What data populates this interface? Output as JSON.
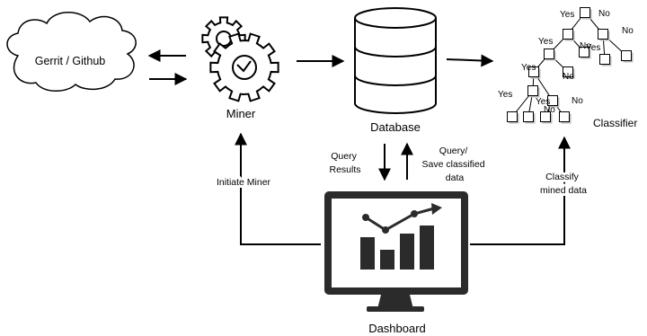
{
  "nodes": {
    "gerrit": "Gerrit / Github",
    "miner": "Miner",
    "database": "Database",
    "classifier": "Classifier",
    "dashboard": "Dashboard"
  },
  "edges": {
    "initiate_miner": "Initiate Miner",
    "query_results_1": "Query",
    "query_results_2": "Results",
    "query_save_1": "Query/",
    "query_save_2": "Save classified",
    "query_save_3": "data",
    "classify_1": "Classify",
    "classify_2": "mined data"
  },
  "tree": {
    "yes": "Yes",
    "no": "No"
  },
  "colors": {
    "stroke": "#000000",
    "fill": "#ffffff",
    "shadow": "#bdbdbd",
    "monitor": "#2b2b2b"
  }
}
